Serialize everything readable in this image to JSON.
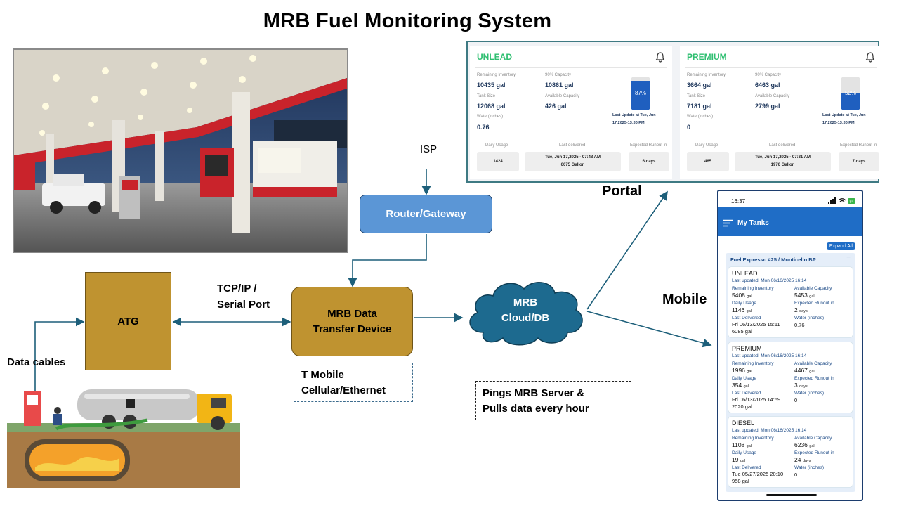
{
  "title": "MRB Fuel Monitoring System",
  "labels": {
    "isp": "ISP",
    "router": "Router/Gateway",
    "tcp_line1": "TCP/IP /",
    "tcp_line2": "Serial Port",
    "atg": "ATG",
    "mrb_line1": "MRB Data",
    "mrb_line2": "Transfer Device",
    "tmobile_line1": "T Mobile",
    "tmobile_line2": "Cellular/Ethernet",
    "cloud_line1": "MRB",
    "cloud_line2": "Cloud/DB",
    "pings_line1": "Pings MRB Server &",
    "pings_line2": "Pulls data every hour",
    "data_cables": "Data cables",
    "portal": "Portal",
    "mobile": "Mobile"
  },
  "colors": {
    "gold": "#bf9330",
    "router_blue": "#5b96d6",
    "cloud_blue": "#1d6a8f",
    "arrow": "#1d5f7a"
  },
  "portal": {
    "cards": [
      {
        "name": "UNLEAD",
        "remaining_label": "Remaining Inventory",
        "remaining": "10435 gal",
        "cap90_label": "90% Capacity",
        "cap90": "10861 gal",
        "tank_label": "Tank Size",
        "tank": "12068 gal",
        "avail_label": "Available Capacity",
        "avail": "426 gal",
        "water_label": "Water(inches)",
        "water": "0.76",
        "pct_text": "87%",
        "fill": 0.87,
        "update1": "Last Update at Tue, Jun",
        "update2": "17,2025-13:30 PM",
        "daily_label": "Daily Usage",
        "daily": "1424",
        "last_label": "Last delivered",
        "last1": "Tue, Jun 17,2025 - 07:48 AM",
        "last2": "6075 Gallon",
        "run_label": "Expected Runout in",
        "run": "6 days"
      },
      {
        "name": "PREMIUM",
        "remaining_label": "Remaining Inventory",
        "remaining": "3664 gal",
        "cap90_label": "90% Capacity",
        "cap90": "6463 gal",
        "tank_label": "Tank Size",
        "tank": "7181 gal",
        "avail_label": "Available Capacity",
        "avail": "2799 gal",
        "water_label": "Water(inches)",
        "water": "0",
        "pct_text": "52%",
        "fill": 0.52,
        "update1": "Last Update at Tue, Jun",
        "update2": "17,2025-13:30 PM",
        "daily_label": "Daily Usage",
        "daily": "465",
        "last_label": "Last delivered",
        "last1": "Tue, Jun 17,2025 - 07:31 AM",
        "last2": "1976 Gallon",
        "run_label": "Expected Runout in",
        "run": "7 days"
      }
    ]
  },
  "mobile": {
    "time": "16:37",
    "battery": "84",
    "header": "My Tanks",
    "expand": "Expand All",
    "site": "Fuel Expresso #25 / Monticello BP",
    "collapse": "−",
    "tanks": [
      {
        "name": "UNLEAD",
        "updated": "Last updated: Mon 06/16/2025 16:14",
        "rem_label": "Remaining Inventory",
        "rem": "5408",
        "avail_label": "Available Capacity",
        "avail": "5453",
        "daily_label": "Daily Usage",
        "daily": "1146",
        "run_label": "Expected Runout in",
        "run": "2",
        "last_label": "Last Delivered",
        "last_date": "Fri 06/13/2025 15:11",
        "last_qty": "6085 gal",
        "water_label": "Water (inches)",
        "water": "0.76"
      },
      {
        "name": "PREMIUM",
        "updated": "Last updated: Mon 06/16/2025 16:14",
        "rem_label": "Remaining Inventory",
        "rem": "1996",
        "avail_label": "Available Capacity",
        "avail": "4467",
        "daily_label": "Daily Usage",
        "daily": "354",
        "run_label": "Expected Runout in",
        "run": "3",
        "last_label": "Last Delivered",
        "last_date": "Fri 06/13/2025 14:59",
        "last_qty": "2020 gal",
        "water_label": "Water (inches)",
        "water": "0"
      },
      {
        "name": "DIESEL",
        "updated": "Last updated: Mon 06/16/2025 16:14",
        "rem_label": "Remaining Inventory",
        "rem": "1108",
        "avail_label": "Available Capacity",
        "avail": "6236",
        "daily_label": "Daily Usage",
        "daily": "19",
        "run_label": "Expected Runout in",
        "run": "24",
        "last_label": "Last Delivered",
        "last_date": "Tue 05/27/2025 20:10",
        "last_qty": "958 gal",
        "water_label": "Water (inches)",
        "water": "0"
      }
    ],
    "unit_gal": "gal",
    "unit_days": "days"
  }
}
